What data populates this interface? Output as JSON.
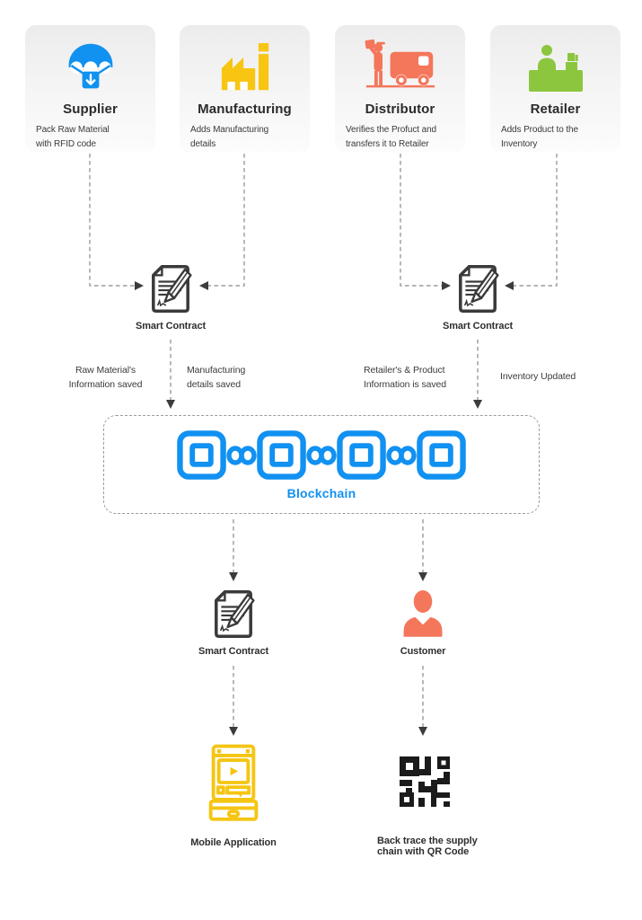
{
  "page": {
    "background": "#ffffff"
  },
  "colors": {
    "supplier_blue": "#1191f0",
    "manufacturing_yellow": "#f8c513",
    "distributor_coral": "#f4765b",
    "retailer_green": "#8cc63e",
    "blockchain_blue": "#1191f1",
    "contract_dark": "#3a3a3a",
    "connector_gray": "#9b9b9b",
    "qr_black": "#1b1b1b"
  },
  "cards": [
    {
      "title": "Supplier",
      "desc_line1": "Pack Raw Material",
      "desc_line2": "with RFID code",
      "icon": "parachute-icon"
    },
    {
      "title": "Manufacturing",
      "desc_line1": "Adds Manufacturing",
      "desc_line2": "details",
      "icon": "factory-icon"
    },
    {
      "title": "Distributor",
      "desc_line1": "Verifies the Profuct and",
      "desc_line2": "transfers it to Retailer",
      "icon": "delivery-truck-icon"
    },
    {
      "title": "Retailer",
      "desc_line1": "Adds Product to the",
      "desc_line2": "Inventory",
      "icon": "cashier-icon"
    }
  ],
  "smart_contract": {
    "label": "Smart Contract"
  },
  "flow_labels": {
    "raw_material_line1": "Raw Material's",
    "raw_material_line2": "Information saved",
    "manufacturing_line1": "Manufacturing",
    "manufacturing_line2": "details saved",
    "retailer_line1": "Retailer's & Product",
    "retailer_line2": "Information is saved",
    "inventory": "Inventory Updated"
  },
  "blockchain": {
    "label": "Blockchain",
    "blocks": 4
  },
  "customer": {
    "label": "Customer"
  },
  "mobile_app": {
    "label": "Mobile Application"
  },
  "qr": {
    "label_line1": "Back trace the supply",
    "label_line2": "chain with QR Code"
  }
}
